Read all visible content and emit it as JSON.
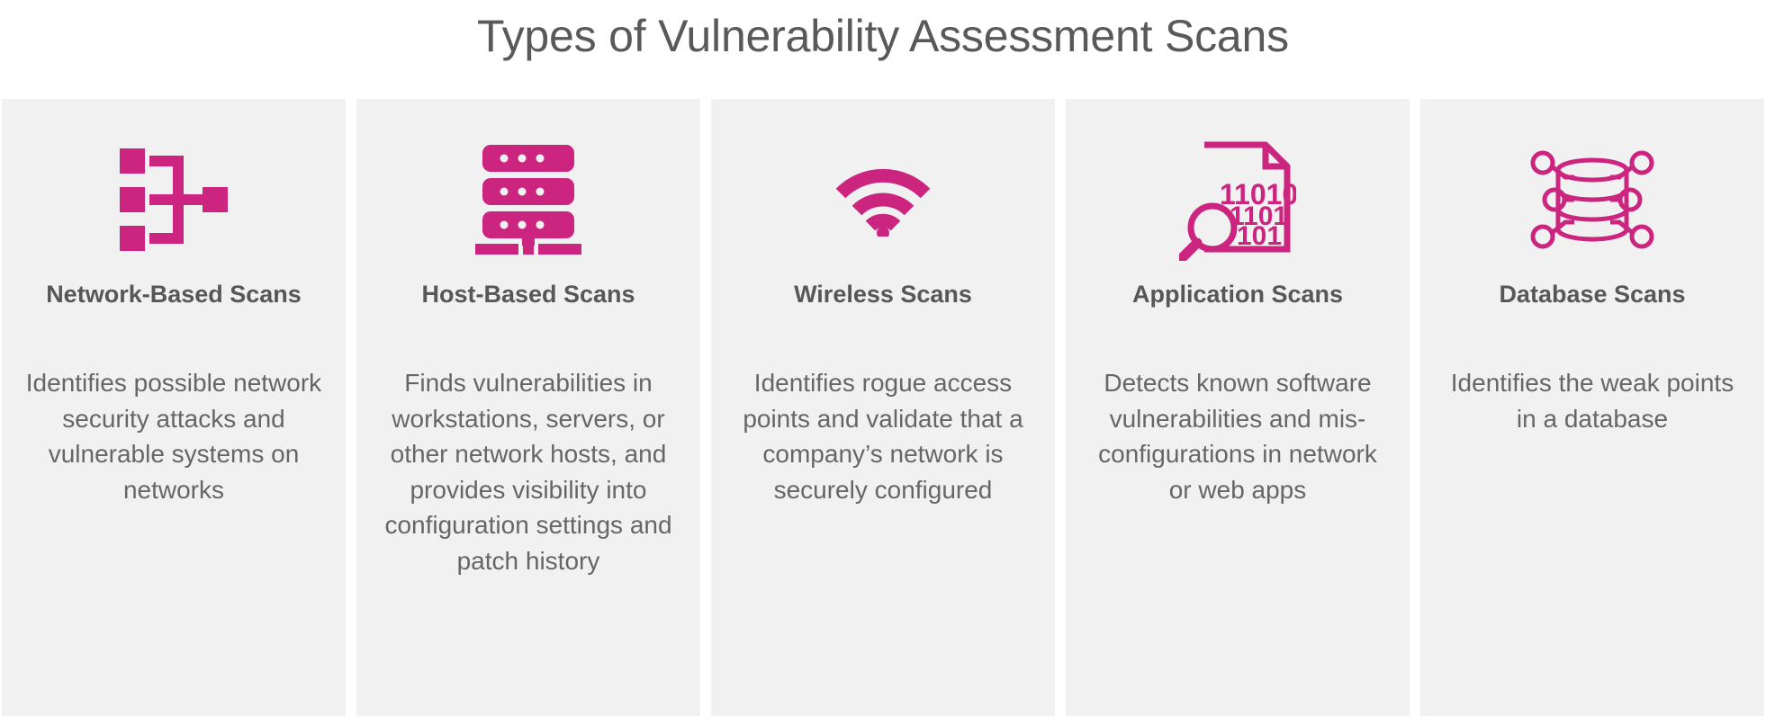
{
  "title": "Types of Vulnerability Assessment Scans",
  "colors": {
    "accent_pink": "#CC2580",
    "card_background": "#F1F1F1",
    "page_background": "#FFFFFF",
    "title_text": "#595959",
    "heading_text": "#575757",
    "body_text": "#666666"
  },
  "cards": [
    {
      "icon": "network-topology-icon",
      "heading": "Network-Based Scans",
      "body": "Identifies possible network security attacks and vulnerable systems on networks"
    },
    {
      "icon": "server-stack-icon",
      "heading": "Host-Based Scans",
      "body": "Finds vulnerabilities in workstations, servers, or other network hosts, and provides visibility into configuration settings and patch history"
    },
    {
      "icon": "wifi-signal-icon",
      "heading": "Wireless Scans",
      "body": "Identifies rogue access points and validate that a company’s network is securely configured"
    },
    {
      "icon": "document-binary-magnifier-icon",
      "heading": "Application Scans",
      "body": "Detects known software vulnerabilities and mis-configurations in network or web apps",
      "icon_text": [
        "11010",
        "1101",
        "101"
      ]
    },
    {
      "icon": "database-network-icon",
      "heading": "Database Scans",
      "body": "Identifies the weak points in a database"
    }
  ]
}
